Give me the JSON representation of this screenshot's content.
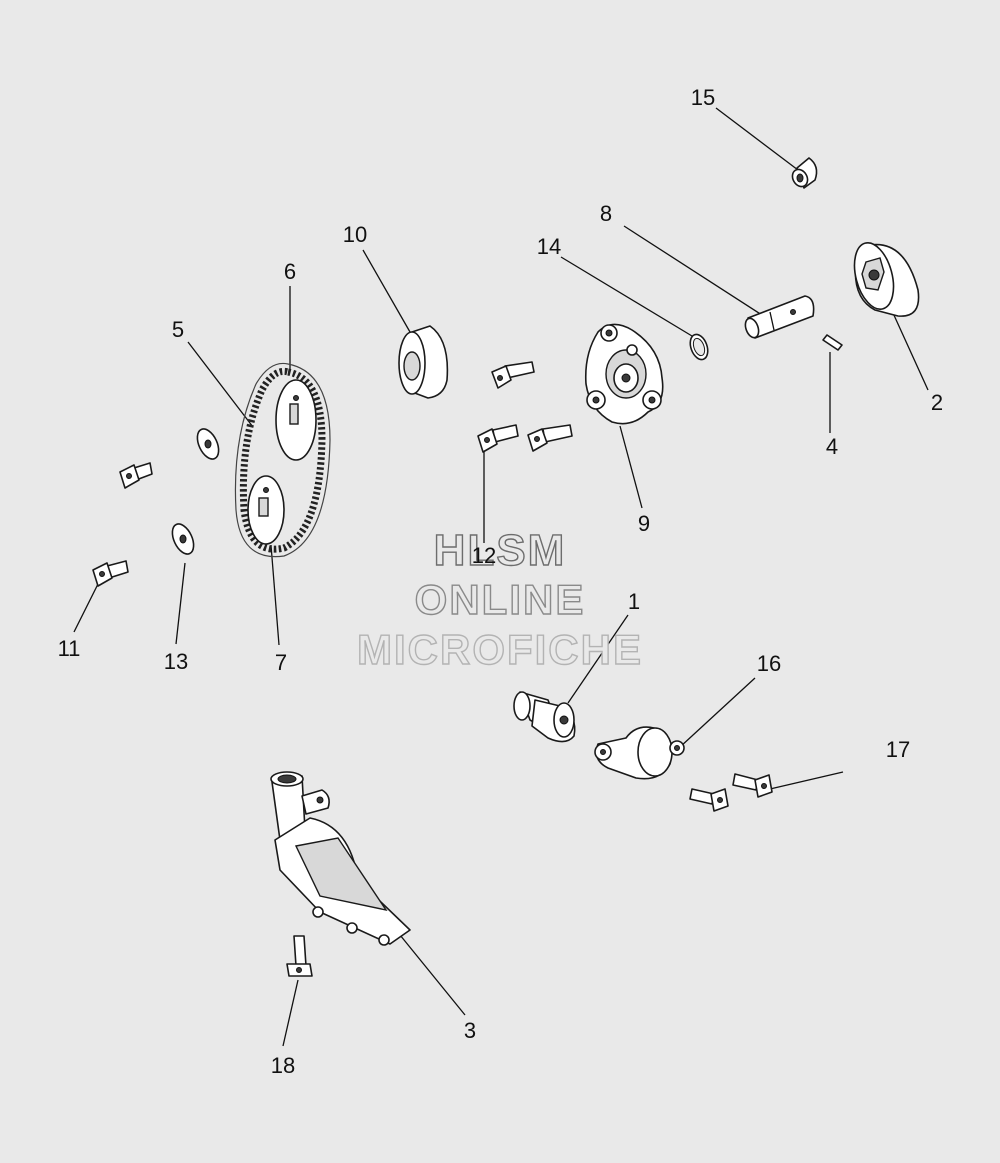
{
  "callouts": [
    "1",
    "2",
    "3",
    "4",
    "5",
    "6",
    "7",
    "8",
    "9",
    "10",
    "11",
    "12",
    "13",
    "14",
    "15",
    "16",
    "17",
    "18"
  ],
  "watermark": {
    "line1": "HLSM",
    "line2": "ONLINE",
    "line3": "MICROFICHE"
  }
}
